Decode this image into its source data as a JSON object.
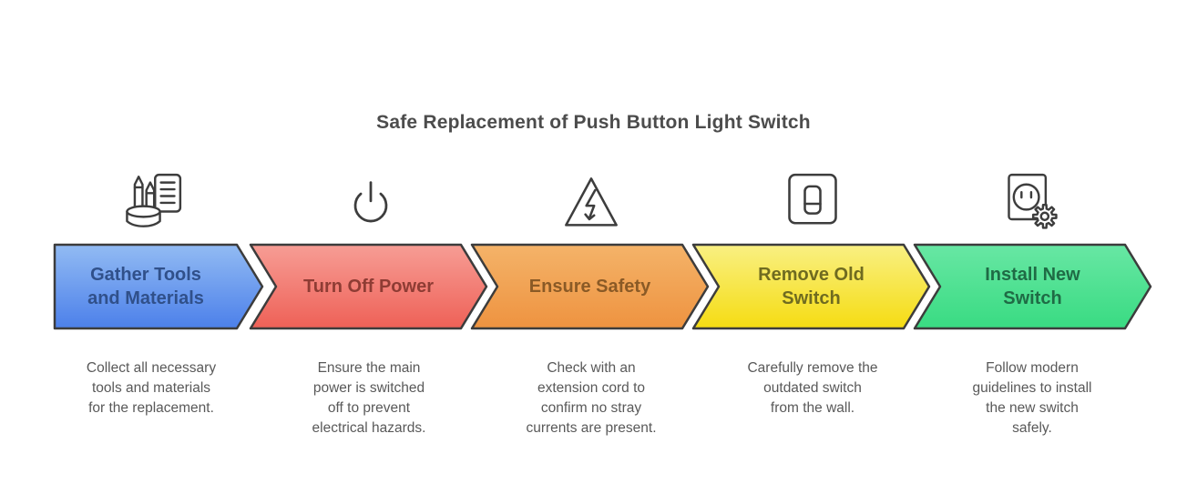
{
  "title": "Safe Replacement of Push Button Light Switch",
  "colors": {
    "title": "#4c4c4c",
    "description": "#595959",
    "border": "#3c3c3c",
    "icon_stroke": "#3d3d3d"
  },
  "steps": [
    {
      "label": "Gather Tools and Materials",
      "label_color": "#30508a",
      "color_top": "#92bbf3",
      "color_bottom": "#4c80ea",
      "icon": "gather-tools-icon",
      "description_lines": [
        "Collect all necessary",
        "tools and materials",
        "for the replacement."
      ]
    },
    {
      "label": "Turn Off Power",
      "label_color": "#8e3c34",
      "color_top": "#f79d95",
      "color_bottom": "#ee6157",
      "icon": "power-off-icon",
      "description_lines": [
        "Ensure the main",
        "power is switched",
        "off to prevent",
        "electrical hazards."
      ]
    },
    {
      "label": "Ensure Safety",
      "label_color": "#8a5a26",
      "color_top": "#f4b369",
      "color_bottom": "#ee9340",
      "icon": "electrical-hazard-warning-icon",
      "description_lines": [
        "Check with an",
        "extension cord to",
        "confirm no stray",
        "currents are present."
      ]
    },
    {
      "label": "Remove Old Switch",
      "label_color": "#6f6b20",
      "color_top": "#f9f083",
      "color_bottom": "#f5dc12",
      "icon": "light-switch-icon",
      "description_lines": [
        "Carefully remove the",
        "outdated switch",
        "from the wall."
      ]
    },
    {
      "label": "Install New Switch",
      "label_color": "#1f6b45",
      "color_top": "#68e7a4",
      "color_bottom": "#39db82",
      "icon": "outlet-gear-icon",
      "description_lines": [
        "Follow modern",
        "guidelines to install",
        "the new switch",
        "safely."
      ]
    }
  ]
}
